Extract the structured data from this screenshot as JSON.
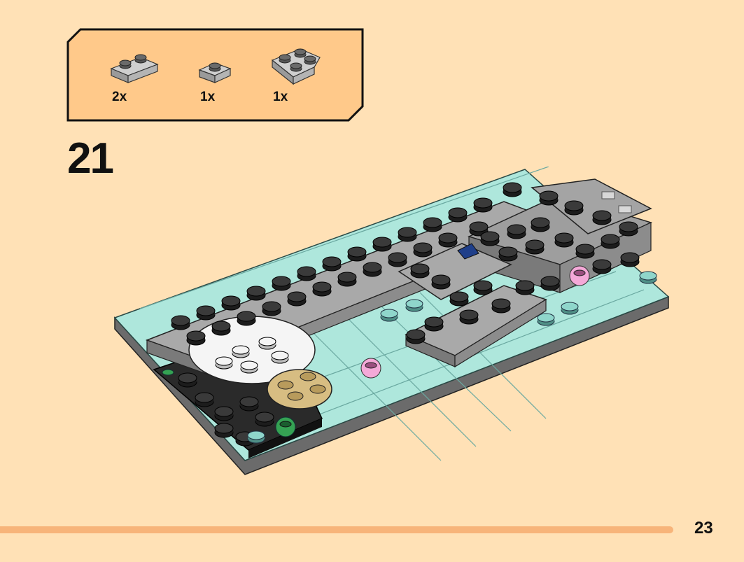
{
  "parts_list": {
    "items": [
      {
        "part": "plate-1x2-light-gray-icon",
        "quantity": "2x"
      },
      {
        "part": "plate-1x1-light-gray-icon",
        "quantity": "1x"
      },
      {
        "part": "wedge-plate-2x2-light-gray-icon",
        "quantity": "1x"
      }
    ]
  },
  "step": {
    "number": "21"
  },
  "page": {
    "number": "23"
  },
  "colors": {
    "background": "#ffe1b6",
    "parts_box": "#ffc98a",
    "progress_bar": "#f7b47a",
    "trans_light_blue": "#aee7dc",
    "light_gray": "#a9a9a9",
    "dark_gray": "#6b6b6b",
    "black": "#2a2a2a"
  }
}
